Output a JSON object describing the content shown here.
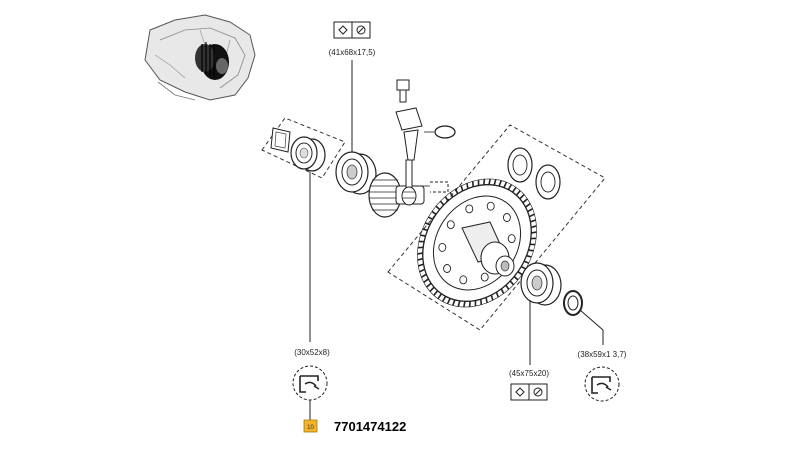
{
  "labels": {
    "bearing_top": "(41x68x17,5)",
    "bearing_left": "(30x52x8)",
    "bearing_bottom": "(45x75x20)",
    "seal_right": "(38x59x1 3,7)"
  },
  "part": {
    "callout_number": "10",
    "reference": "7701474122"
  },
  "colors": {
    "line": "#222222",
    "callout_fill": "#f0b429",
    "gear_dark": "#1a1a1a"
  },
  "icons": {
    "seal_symbol": "oil-seal-icon",
    "bearing_symbol": "bearing-box-icon"
  }
}
